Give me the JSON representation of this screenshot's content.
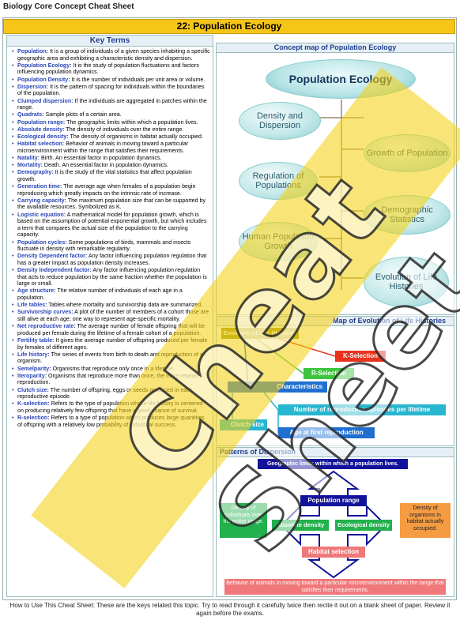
{
  "page_title": "Biology Core Concept Cheat Sheet",
  "banner": "22: Population Ecology",
  "key_terms": {
    "heading": "Key Terms",
    "items": [
      {
        "term": "Population:",
        "def": " It is a group of individuals of a given species inhabiting a specific geographic area and exhibiting a characteristic density and dispersion."
      },
      {
        "term": "Population Ecology:",
        "def": " It is the study of population fluctuations and factors influencing population dynamics."
      },
      {
        "term": "Population Density:",
        "def": " It is the number of individuals per unit area or volume."
      },
      {
        "term": "Dispersion:",
        "def": " It is the pattern of spacing for individuals within the boundaries of the population."
      },
      {
        "term": "Clumped dispersion:",
        "def": " If the individuals are aggregated in patches within the range."
      },
      {
        "term": "Quadrats:",
        "def": " Sample plots of a certain area."
      },
      {
        "term": "Population range:",
        "def": " The geographic limits within which a population lives."
      },
      {
        "term": "Absolute density:",
        "def": " The density of individuals over the entire range."
      },
      {
        "term": "Ecological density:",
        "def": " The density of organisms in habitat actually occupied."
      },
      {
        "term": "Habitat selection:",
        "def": " Behavior of animals in moving toward a particular microenvironment within the range that satisfies their requirements."
      },
      {
        "term": "Natality:",
        "def": " Birth. An essential factor in population dynamics."
      },
      {
        "term": "Mortality:",
        "def": " Death. An essential factor in population dynamics."
      },
      {
        "term": "Demography:",
        "def": " It is the study of the vital statistics that affect population growth."
      },
      {
        "term": "Generation time:",
        "def": " The average age when females of a population begin reproducing which greatly impacts on the intrinsic rate of increase."
      },
      {
        "term": "Carrying capacity:",
        "def": " The maximum population size that can be supported by the available resources. Symbolized as K."
      },
      {
        "term": "Logistic equation:",
        "def": " A mathematical model for population growth, which is based on the assumption of potential exponential growth, but which includes a term that compares the actual size of the population to the carrying capacity."
      },
      {
        "term": "Population cycles:",
        "def": " Some populations of birds, mammals and insects fluctuate in density with remarkable regularity."
      },
      {
        "term": "Density Dependent factor:",
        "def": " Any factor influencing population regulation that has a greater impact as population density increases."
      },
      {
        "term": "Density Independent factor:",
        "def": " Any factor influencing population regulation that acts to reduce population by the same fraction whether the population is large or small."
      },
      {
        "term": "Age structure:",
        "def": " The relative number of individuals of each age in a population."
      },
      {
        "term": "Life tables:",
        "def": " Tables where mortality and survivorship data are summarized."
      },
      {
        "term": "Survivorship curves:",
        "def": " A plot of the number of members of a cohort those are still alive at each age; one way to represent age-specific mortality."
      },
      {
        "term": "Net reproductive rate:",
        "def": " The average number of female offspring that will be produced per female during the lifetime of a female cohort of a population."
      },
      {
        "term": "Fertility table:",
        "def": " It gives the average number of offspring produced per female by females of different ages."
      },
      {
        "term": "Life history:",
        "def": " The series of events from birth to death and reproduction of an organism."
      },
      {
        "term": "Semelparity:",
        "def": " Organisms that reproduce only once in a lifetime."
      },
      {
        "term": "Iteroparity:",
        "def": " Organisms that reproduce more than once, the more repeated reproduction."
      },
      {
        "term": "Clutch size:",
        "def": " The number of offspring, eggs or seeds produced in each reproductive episode."
      },
      {
        "term": "K-selection:",
        "def": " Refers to the type of population whose life history is centered on producing relatively few offspring that have a good chance of survival."
      },
      {
        "term": "R-selection:",
        "def": " Refers to a type of population which produces large quantities of offspring with a relatively low probability of individual success."
      }
    ]
  },
  "concept_map": {
    "heading": "Concept map of Population Ecology",
    "root": "Population Ecology",
    "nodes": [
      "Density and Dispersion",
      "Growth of Population",
      "Regulation of Populations",
      "Demographic Statistics",
      "Human Population Growth",
      "Evolution of Life Histories"
    ]
  },
  "evolution": {
    "heading": "Map of Evolution of Life Histories",
    "root": "Evolution of Life Histories",
    "k_sel": "K-Selection",
    "r_sel": "R-Selection",
    "characteristics": "Characteristics",
    "episodes": "Number of reproductive episodes per lifetime",
    "clutch": "Clutch size",
    "age_first": "Age at first reproduction",
    "colors": {
      "k": "#e8321e",
      "r": "#3ec43e",
      "blue": "#1f6fd0",
      "cyan": "#27b6cf",
      "olive": "#a09410"
    }
  },
  "dispersion": {
    "heading": "Patterns of Dispersion",
    "geo": "Geographic limits within which a population lives.",
    "range": "Population range",
    "absolute": "Absolute density",
    "ecological": "Ecological density",
    "habitat": "Habitat selection",
    "left_note": "Density of individuals over the entire range.",
    "right_note": "Density of organisms in habitat actually occupied.",
    "bottom": "Behavior of animals in moving toward a particular microenvironment within the range that satisfies their requirements.",
    "colors": {
      "navy": "#12129a",
      "green": "#22b14c",
      "orange": "#f59c42",
      "salmon": "#f0787a"
    }
  },
  "footer": "How to Use This Cheat Sheet: These are the keys related this topic. Try to read through it carefully twice then recite it out on a blank sheet of paper. Review it again before the exams.",
  "watermark": "Cheat Sheet"
}
